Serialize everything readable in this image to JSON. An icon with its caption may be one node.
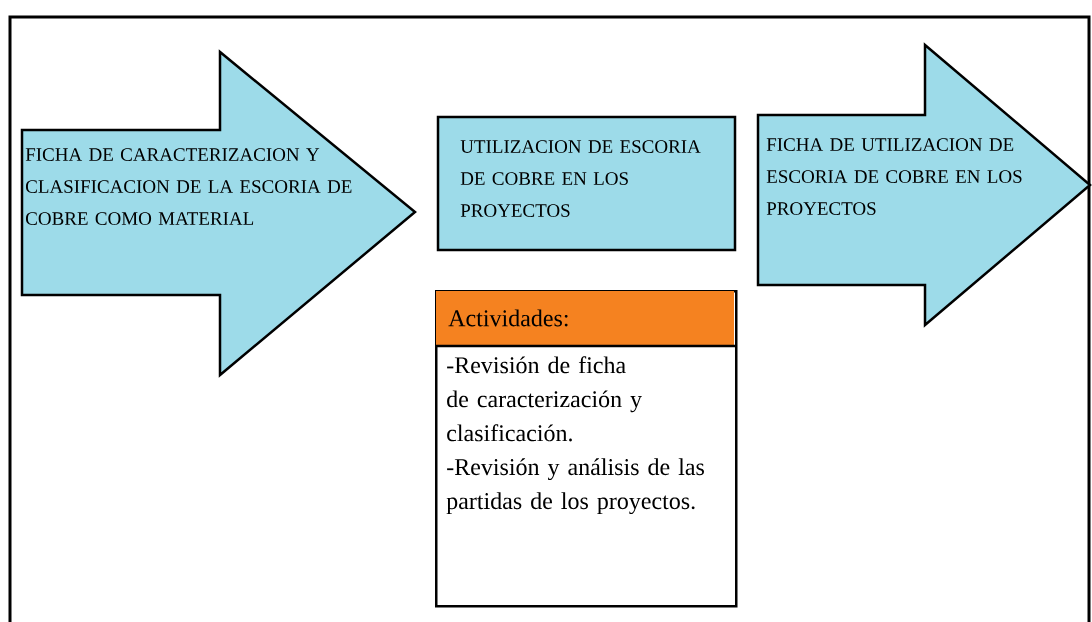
{
  "diagram": {
    "nodes": [
      {
        "text": [
          "FICHA DE CARACTERIZACION Y CLASIFICACION DE LA ESCORIA DE COBRE COMO MATERIAL"
        ]
      },
      {
        "text": [
          "UTILIZACION DE ESCORIA DE COBRE EN LOS PROYECTOS"
        ]
      },
      {
        "text": [
          "FICHA DE UTILIZACION DE ESCORIA DE COBRE EN LOS PROYECTOS"
        ]
      },
      {
        "text": [
          "Actividades:",
          "-Revisión de ficha de caracterización y clasificación.",
          "-Revisión y análisis de las partidas de los proyectos."
        ]
      }
    ]
  }
}
